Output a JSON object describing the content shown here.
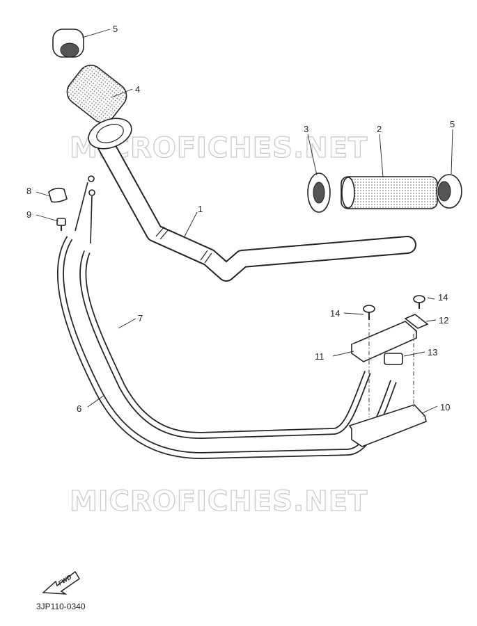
{
  "watermark": "MICROFICHES.NET",
  "diagram_code": "3JP110-0340",
  "fwd_arrow_text": "FWD",
  "callouts": [
    {
      "id": "callout-5-top",
      "label": "5"
    },
    {
      "id": "callout-4",
      "label": "4"
    },
    {
      "id": "callout-3",
      "label": "3"
    },
    {
      "id": "callout-2",
      "label": "2"
    },
    {
      "id": "callout-5-right",
      "label": "5"
    },
    {
      "id": "callout-8",
      "label": "8"
    },
    {
      "id": "callout-9",
      "label": "9"
    },
    {
      "id": "callout-1",
      "label": "1"
    },
    {
      "id": "callout-14-left",
      "label": "14"
    },
    {
      "id": "callout-14-right",
      "label": "14"
    },
    {
      "id": "callout-12",
      "label": "12"
    },
    {
      "id": "callout-7",
      "label": "7"
    },
    {
      "id": "callout-11",
      "label": "11"
    },
    {
      "id": "callout-13",
      "label": "13"
    },
    {
      "id": "callout-6",
      "label": "6"
    },
    {
      "id": "callout-10",
      "label": "10"
    }
  ]
}
